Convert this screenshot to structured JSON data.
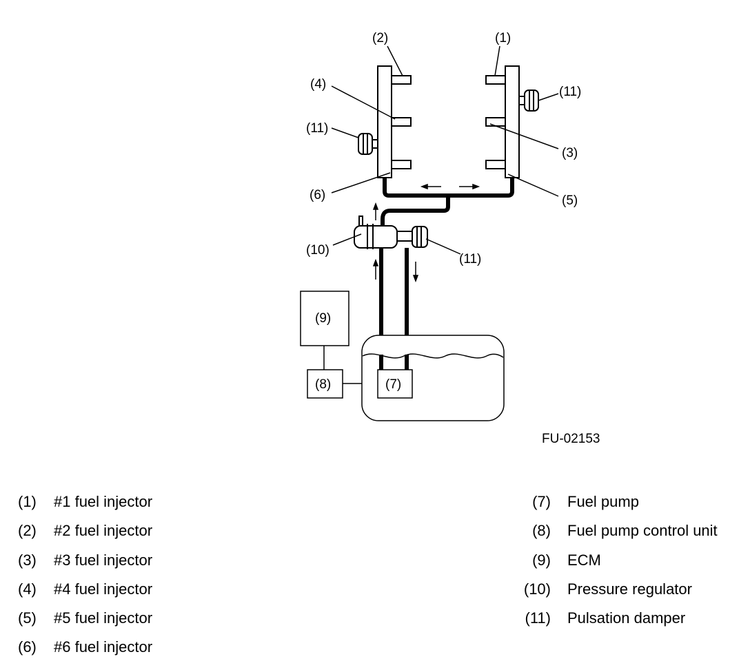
{
  "diagram": {
    "figure_id": "FU-02153",
    "callouts": {
      "c1": "(1)",
      "c2": "(2)",
      "c3": "(3)",
      "c4": "(4)",
      "c5": "(5)",
      "c6": "(6)",
      "c7": "(7)",
      "c8": "(8)",
      "c9": "(9)",
      "c10": "(10)",
      "c11a": "(11)",
      "c11b": "(11)",
      "c11c": "(11)"
    }
  },
  "legend": {
    "left": [
      {
        "num": "(1)",
        "label": "#1 fuel injector"
      },
      {
        "num": "(2)",
        "label": "#2 fuel injector"
      },
      {
        "num": "(3)",
        "label": "#3 fuel injector"
      },
      {
        "num": "(4)",
        "label": "#4 fuel injector"
      },
      {
        "num": "(5)",
        "label": "#5 fuel injector"
      },
      {
        "num": "(6)",
        "label": "#6 fuel injector"
      }
    ],
    "right": [
      {
        "num": "(7)",
        "label": "Fuel pump"
      },
      {
        "num": "(8)",
        "label": "Fuel pump control unit"
      },
      {
        "num": "(9)",
        "label": "ECM"
      },
      {
        "num": "(10)",
        "label": "Pressure regulator"
      },
      {
        "num": "(11)",
        "label": "Pulsation damper"
      }
    ]
  }
}
